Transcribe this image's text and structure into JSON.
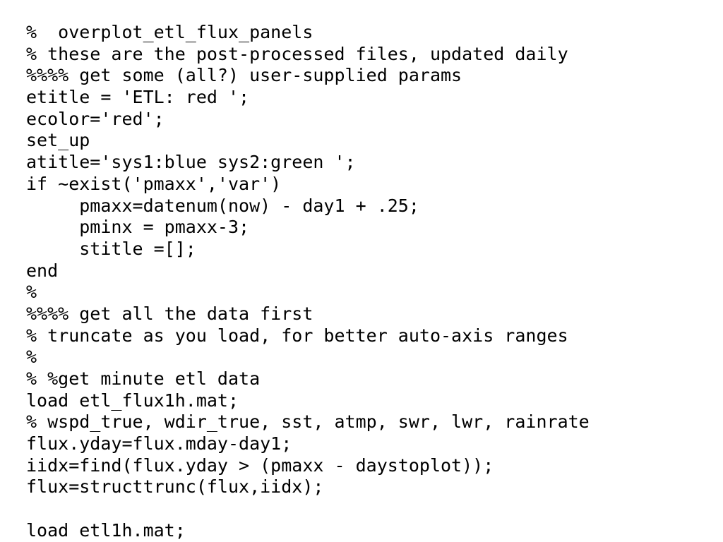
{
  "document": {
    "lines": [
      "%  overplot_etl_flux_panels",
      "% these are the post-processed files, updated daily",
      "%%%% get some (all?) user-supplied params",
      "etitle = 'ETL: red ';",
      "ecolor='red';",
      "set_up",
      "atitle='sys1:blue sys2:green ';",
      "if ~exist('pmaxx','var')",
      "     pmaxx=datenum(now) - day1 + .25;",
      "     pminx = pmaxx-3;",
      "     stitle =[];",
      "end",
      "%",
      "%%%% get all the data first",
      "% truncate as you load, for better auto-axis ranges",
      "%",
      "% %get minute etl data",
      "load etl_flux1h.mat;",
      "% wspd_true, wdir_true, sst, atmp, swr, lwr, rainrate",
      "flux.yday=flux.mday-day1;",
      "iidx=find(flux.yday > (pmaxx - daystoplot));",
      "flux=structtrunc(flux,iidx);",
      "",
      "load etl1h.mat;"
    ]
  }
}
